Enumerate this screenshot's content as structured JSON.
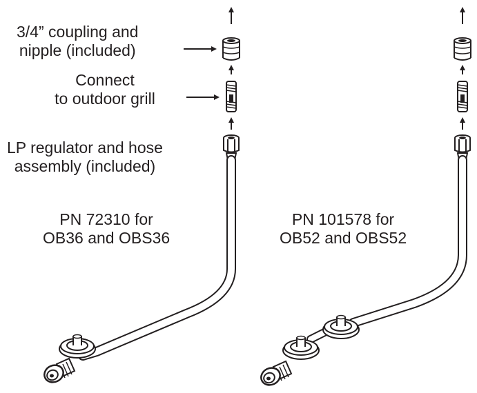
{
  "labels": {
    "coupling": [
      "3/4” coupling and",
      "nipple (included)"
    ],
    "connect": [
      "Connect",
      "to outdoor grill"
    ],
    "regulator": [
      "LP regulator and hose",
      "assembly (included)"
    ],
    "pn_left": [
      "PN 72310 for",
      "OB36 and OBS36"
    ],
    "pn_right": [
      "PN 101578 for",
      "OB52 and OBS52"
    ]
  },
  "colors": {
    "ink": "#231f20",
    "paper": "#ffffff"
  }
}
